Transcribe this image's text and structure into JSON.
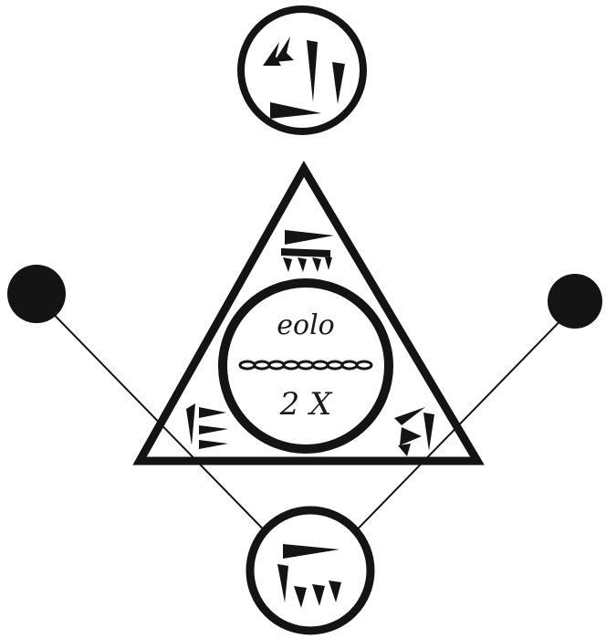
{
  "background_color": "#fefefe",
  "ink_color": "#141414",
  "center_script_top": "eolo",
  "center_script_bottom": "2 X",
  "symbols": {
    "top_circle": "cuneiform-wedge-signs",
    "triangle_apex": "cuneiform-wedge-signs",
    "triangle_left": "cuneiform-wedge-signs",
    "triangle_right": "cuneiform-wedge-signs",
    "bottom_circle": "cuneiform-wedge-signs",
    "center_divider": "chain-links"
  }
}
